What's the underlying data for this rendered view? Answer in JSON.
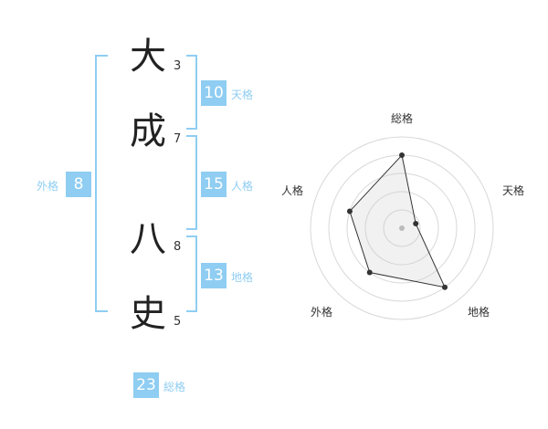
{
  "name_chars": [
    {
      "char": "大",
      "strokes": "3"
    },
    {
      "char": "成",
      "strokes": "7"
    },
    {
      "char": "八",
      "strokes": "8"
    },
    {
      "char": "史",
      "strokes": "5"
    }
  ],
  "kakusu": {
    "tenkaku": {
      "value": "10",
      "label": "天格"
    },
    "jinkaku": {
      "value": "15",
      "label": "人格"
    },
    "chikaku": {
      "value": "13",
      "label": "地格"
    },
    "gaikaku": {
      "value": "8",
      "label": "外格"
    },
    "soukaku": {
      "value": "23",
      "label": "総格"
    }
  },
  "colors": {
    "accent": "#8fcdf2",
    "text": "#222222"
  },
  "chart_data": {
    "type": "radar",
    "axes": [
      "総格",
      "天格",
      "地格",
      "外格",
      "人格"
    ],
    "values": [
      0.8,
      0.16,
      0.8,
      0.6,
      0.6
    ],
    "range": [
      0,
      1
    ],
    "rings": 5
  }
}
